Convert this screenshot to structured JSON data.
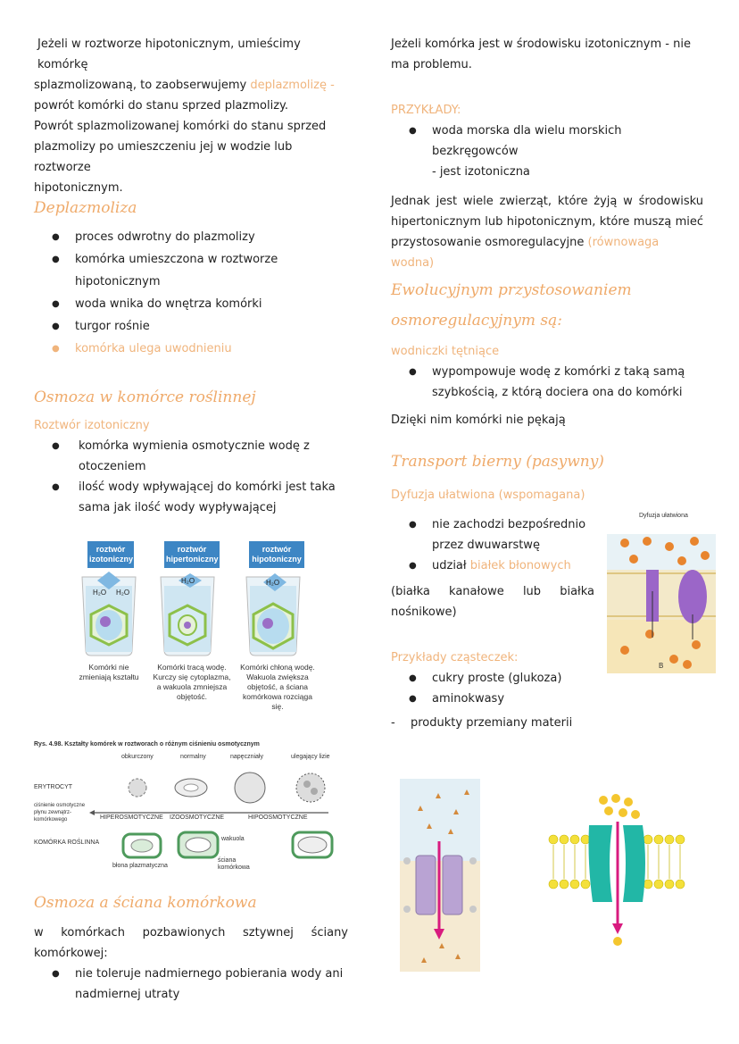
{
  "left": {
    "intro": {
      "line1": "Jeżeli w roztworze hipotonicznym, umieścimy komórkę",
      "line2a": "splazmolizowaną, to zaobserwujemy ",
      "line2b": "deplazmolizę -",
      "line3": "powrót komórki do stanu sprzed plazmolizy.",
      "line4": "Powrót splazmolizowanej komórki do stanu sprzed",
      "line5": "plazmolizy po umieszczeniu jej w wodzie lub roztworze",
      "line6": "hipotonicznym."
    },
    "deplazmoliza": {
      "title": "Deplazmoliza",
      "items": [
        "proces odwrotny do plazmolizy",
        "komórka umieszczona w roztworze",
        "hipotonicznym",
        "woda wnika do wnętrza komórki",
        "turgor rośnie",
        "komórka ulega uwodnieniu"
      ]
    },
    "osmoza_roslinna": {
      "title": "Osmoza w komórce roślinnej",
      "sub": "Roztwór izotoniczny",
      "items": [
        "komórka wymienia osmotycznie wodę z",
        "otoczeniem",
        "ilość wody wpływającej do komórki jest taka",
        "sama jak ilość wody wypływającej"
      ]
    },
    "figure1": {
      "tags": [
        "roztwór izotoniczny",
        "roztwór hipertoniczny",
        "roztwór hipotoniczny"
      ],
      "water": "H₂O",
      "captions": [
        "Komórki nie zmieniają kształtu",
        "Komórki tracą wodę. Kurczy się cytoplazma, a wakuola zmniejsza objętość.",
        "Komórki chłoną wodę. Wakuola zwiększa objętość, a ściana komórkowa rozciąga się."
      ]
    },
    "figure2": {
      "title": "Rys. 4.98. Kształty komórek w roztworach o różnym ciśnieniu osmotycznym",
      "cols": [
        "obkurczony",
        "normalny",
        "napęczniały",
        "ulegający lizie"
      ],
      "row1": "ERYTROCYT",
      "pressure": "ciśnienie osmotyczne płynu zewnątrz-komórkowego",
      "scale": [
        "HIPEROSMOTYCZNE",
        "IZOOSMOTYCZNE",
        "HIPOOSMOTYCZNE"
      ],
      "row2": "KOMÓRKA ROŚLINNA",
      "labels": [
        "wakuola",
        "błona plazmatyczna",
        "ściana komórkowa"
      ]
    },
    "sciana": {
      "title": "Osmoza a ściana komórkowa",
      "text1": "w komórkach pozbawionych sztywnej ściany",
      "text2": "komórkowej:",
      "items": [
        "nie toleruje nadmiernego pobierania wody ani",
        "nadmiernej utraty"
      ]
    }
  },
  "right": {
    "izo": [
      "Jeżeli komórka jest w środowisku izotonicznym - nie",
      "ma problemu."
    ],
    "przyklady": {
      "label": "PRZYKŁADY:",
      "item1": "woda morska dla wielu morskich bezkręgowców",
      "item1b": "- jest izotoniczna"
    },
    "jednak": [
      "Jednak jest wiele zwierząt, które żyją w środowisku",
      "hipertonicznym lub hipotonicznym, które muszą mieć"
    ],
    "jednak3a": "przystosowanie osmoregulacyjne ",
    "jednak3b": "(równowaga wodna)",
    "ewo": {
      "title1": "Ewolucyjnym przystosowaniem",
      "title2": "osmoregulacyjnym są:",
      "sub": "wodniczki tętniące",
      "item1": "wypompowuje wodę z komórki z taką samą",
      "item1b": "szybkością, z którą dociera ona do komórki",
      "after": "Dzięki nim komórki nie pękają"
    },
    "transport": {
      "title": "Transport bierny (pasywny)",
      "sub": "Dyfuzja ułatwiona (wspomagana)",
      "fig_title": "Dyfuzja ułatwiona",
      "fig_label": "B",
      "item1": "nie zachodzi bezpośrednio",
      "item1b": "przez dwuwarstwę",
      "item2a": "udział ",
      "item2b": "białek błonowych",
      "note1": [
        "(białka",
        "kanałowe",
        "lub",
        "białka"
      ],
      "note2": "nośnikowe)",
      "przyklady": "Przykłady cząsteczek:",
      "examples": [
        "cukry proste (glukoza)",
        "aminokwasy"
      ],
      "dash": "produkty przemiany materii"
    }
  },
  "colors": {
    "accent": "#efaa6a",
    "tag_blue": "#3d86c4"
  }
}
